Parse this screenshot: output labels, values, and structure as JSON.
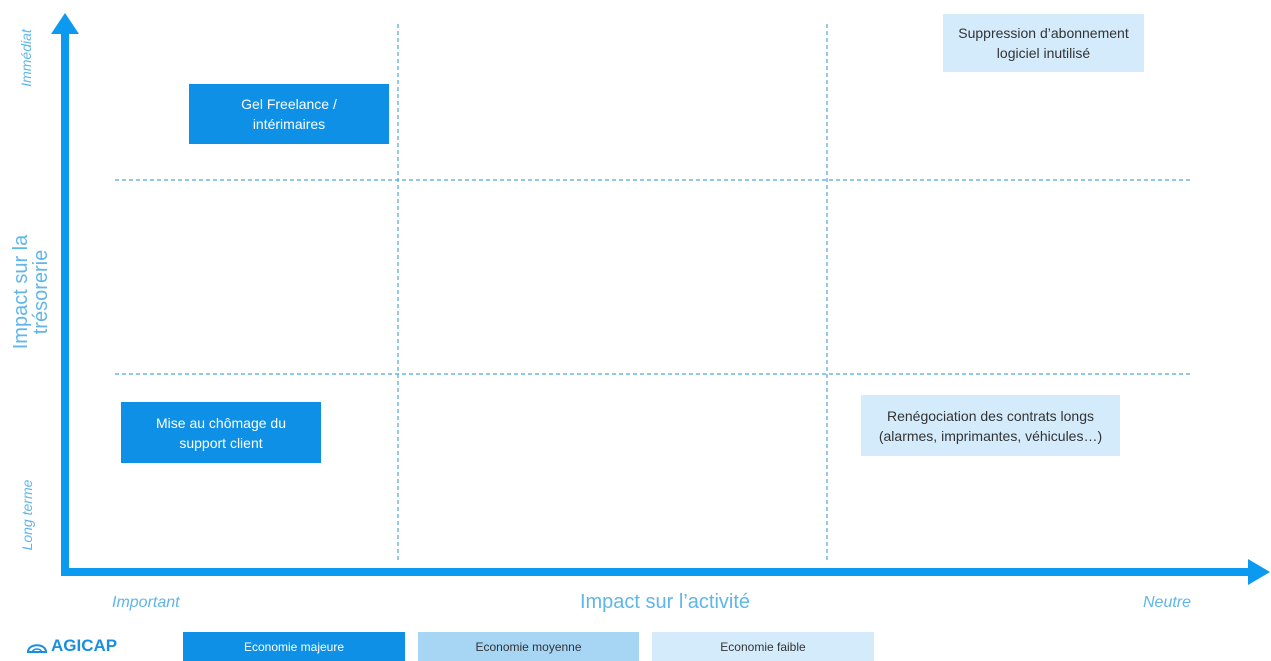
{
  "colors": {
    "axis": "#0b9af0",
    "grid": "#4fa7dc",
    "label": "#5fb6ea",
    "major": "#0d90e6",
    "moyenne": "#a6d6f4",
    "faible": "#d4ebfb"
  },
  "axes": {
    "y_top_label": "Immédiat",
    "y_bottom_label": "Long terme",
    "y_title": "Impact sur la trésorerie",
    "x_left_label": "Important",
    "x_title": "Impact sur l’activité",
    "x_right_label": "Neutre"
  },
  "items": {
    "gel_freelance": {
      "text": "Gel Freelance / intérimaires",
      "category": "major"
    },
    "suppression_abonnement": {
      "text": "Suppression d’abonnement logiciel inutilisé",
      "category": "faible"
    },
    "chomage_support": {
      "text": "Mise au chômage du support client",
      "category": "major"
    },
    "renegociation_contrats": {
      "text": "Renégociation des contrats longs (alarmes, imprimantes, véhicules…)",
      "category": "faible"
    }
  },
  "legend": {
    "major": "Economie majeure",
    "moyenne": "Economie moyenne",
    "faible": "Economie faible"
  },
  "logo": {
    "name": "AGICAP",
    "icon": "agicap-logo-icon"
  }
}
